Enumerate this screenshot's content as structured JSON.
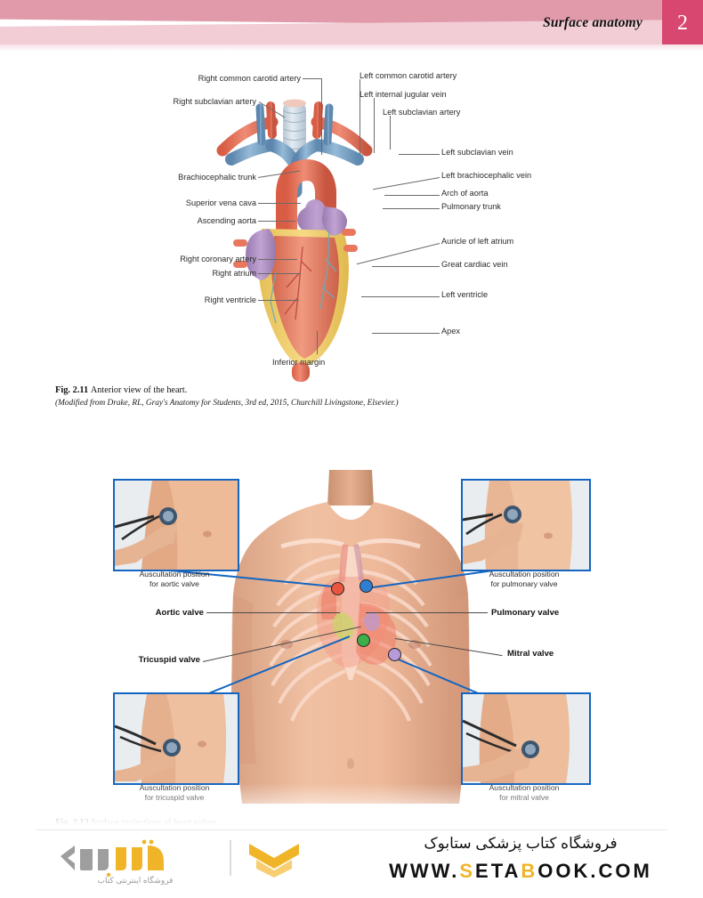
{
  "header": {
    "title": "Surface anatomy",
    "page_number": "2",
    "band_color_top": "#e09aaa",
    "band_color_bottom": "#f2cdd6",
    "page_box_color": "#d8476f"
  },
  "figure_211": {
    "caption_label": "Fig. 2.11",
    "caption_title": "Anterior view of the heart.",
    "caption_source": "(Modified from Drake, RL, Gray's Anatomy for Students, 3rd ed, 2015, Churchill Livingstone, Elsevier.)",
    "labels_left": [
      "Right common carotid artery",
      "Right subclavian artery",
      "Brachiocephalic trunk",
      "Superior vena cava",
      "Ascending aorta",
      "Right coronary artery",
      "Right atrium",
      "Right ventricle"
    ],
    "labels_right": [
      "Left common carotid artery",
      "Left internal jugular vein",
      "Left subclavian artery",
      "Left subclavian vein",
      "Left brachiocephalic vein",
      "Arch of aorta",
      "Pulmonary trunk",
      "Auricle of left atrium",
      "Great cardiac vein",
      "Left ventricle",
      "Apex"
    ],
    "labels_bottom": [
      "Inferior margin"
    ],
    "art_colors": {
      "artery": "#e8775e",
      "vein": "#7ea6c9",
      "atrium": "#b08ec4",
      "fat": "#f2cf70",
      "myocardium": "#e8866c",
      "trachea": "#cfd9e4"
    }
  },
  "figure_212": {
    "caption_label": "Fig. 2.12",
    "caption_title": "Surface projections of heart valves",
    "valve_labels": [
      {
        "name": "Aortic valve",
        "side": "left",
        "dot_color": "#e8563f"
      },
      {
        "name": "Tricuspid valve",
        "side": "left",
        "dot_color": "#3fae4a"
      },
      {
        "name": "Pulmonary valve",
        "side": "right",
        "dot_color": "#2f7fd1"
      },
      {
        "name": "Mitral valve",
        "side": "right",
        "dot_color": "#b79ad6"
      }
    ],
    "insets": [
      {
        "position": "top-left",
        "caption_line1": "Auscultation position",
        "caption_line2": "for aortic valve"
      },
      {
        "position": "top-right",
        "caption_line1": "Auscultation position",
        "caption_line2": "for pulmonary valve"
      },
      {
        "position": "bottom-left",
        "caption_line1": "Auscultation position",
        "caption_line2": "for tricuspid valve"
      },
      {
        "position": "bottom-right",
        "caption_line1": "Auscultation position",
        "caption_line2": "for mitral valve"
      }
    ],
    "inset_border_color": "#1565c0"
  },
  "footer": {
    "persian_tagline": "فروشگاه کتاب پزشکی ستابوک",
    "url_prefix": "WWW.",
    "url_s": "S",
    "url_eta": "ETA",
    "url_b": "B",
    "url_suffix": "OOK.COM",
    "logo_text": "ستابوک",
    "logo_sub": "فروشگاه اینترنتی کتاب",
    "accent_color": "#f0b429"
  }
}
